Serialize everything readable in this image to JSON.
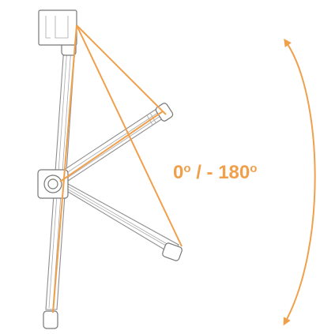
{
  "angle_label": {
    "start": "0",
    "degree_1": "o",
    "separator": " / - 180",
    "degree_2": "o"
  },
  "colors": {
    "accent": "#f0a04b",
    "outline": "#8e8e8e",
    "background": "#ffffff"
  },
  "icons": {
    "rotation_arrow": "double-headed-curved-arrow"
  }
}
